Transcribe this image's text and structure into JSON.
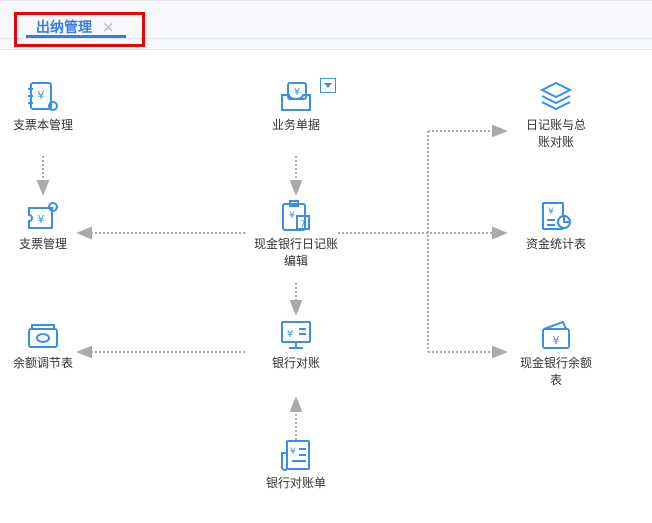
{
  "tab": {
    "label": "出纳管理",
    "close": "×"
  },
  "colors": {
    "accent": "#3a7de0",
    "icon": "#3a8ee6",
    "highlight": "#ee0000"
  },
  "nodes": {
    "checkbook": "支票本管理",
    "cheque": "支票管理",
    "balance_adjust": "余额调节表",
    "business_docs": "业务单据",
    "journal_edit": "现金银行日记账编辑",
    "bank_reconcile": "银行对账",
    "bank_statement": "银行对账单",
    "journal_ledger": "日记账与总账对账",
    "fund_stats": "资金统计表",
    "cash_bank_balance": "现金银行余额表"
  }
}
